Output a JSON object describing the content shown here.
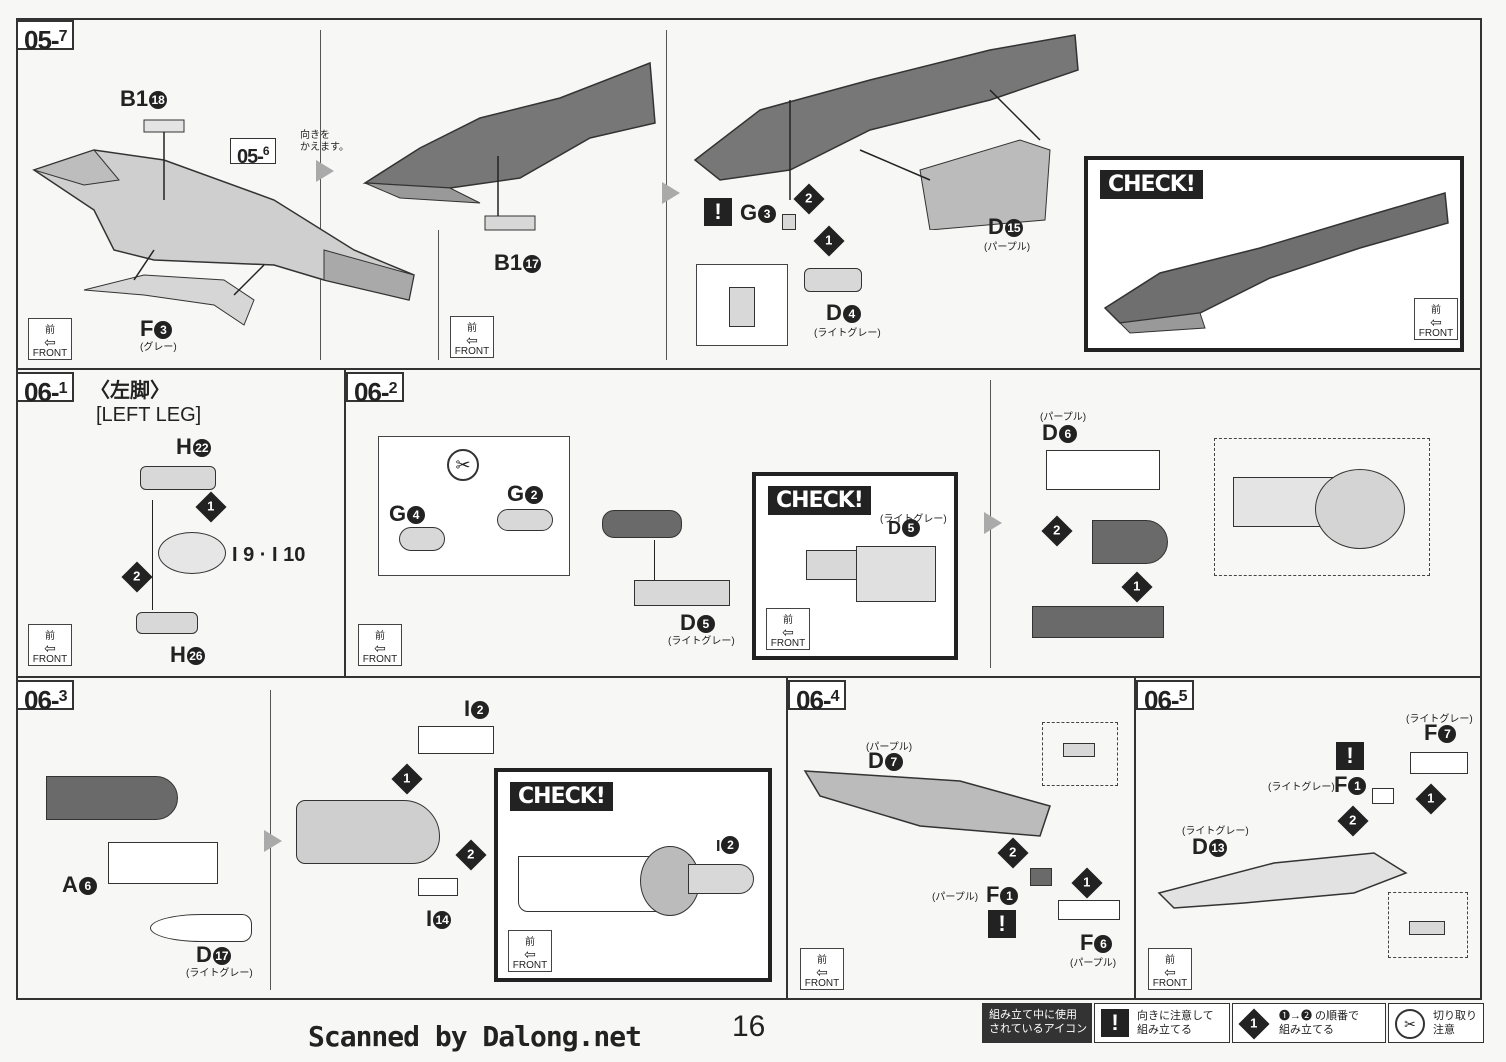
{
  "page_number": "16",
  "credit": "Scanned by Dalong.net",
  "steps": {
    "s05_7": {
      "main": "05-",
      "sub": "7"
    },
    "s05_6": {
      "main": "05-",
      "sub": "6"
    },
    "s06_1": {
      "main": "06-",
      "sub": "1",
      "title_jp": "〈左脚〉",
      "title_en": "[LEFT LEG]"
    },
    "s06_2": {
      "main": "06-",
      "sub": "2"
    },
    "s06_3": {
      "main": "06-",
      "sub": "3"
    },
    "s06_4": {
      "main": "06-",
      "sub": "4"
    },
    "s06_5": {
      "main": "06-",
      "sub": "5"
    }
  },
  "check_label": "CHECK!",
  "front": {
    "kanji": "前",
    "en": "FRONT"
  },
  "turn_note": "向きを\nかえます。",
  "parts": {
    "b1_18": {
      "letter": "B1",
      "num": "18"
    },
    "f3": {
      "letter": "F",
      "num": "3",
      "color": "(グレー)"
    },
    "b1_17": {
      "letter": "B1",
      "num": "17"
    },
    "g3": {
      "letter": "G",
      "num": "3"
    },
    "d15": {
      "letter": "D",
      "num": "15",
      "color": "(パープル)"
    },
    "d4": {
      "letter": "D",
      "num": "4",
      "color": "(ライトグレー)"
    },
    "h22": {
      "letter": "H",
      "num": "22"
    },
    "i9i10": {
      "text": "I 9 · I 10"
    },
    "h26": {
      "letter": "H",
      "num": "26"
    },
    "g4": {
      "letter": "G",
      "num": "4"
    },
    "g2": {
      "letter": "G",
      "num": "2"
    },
    "d5a": {
      "letter": "D",
      "num": "5",
      "color": "(ライトグレー)"
    },
    "d5b": {
      "letter": "D",
      "num": "5",
      "color": "(ライトグレー)"
    },
    "d6": {
      "letter": "D",
      "num": "6",
      "color": "(パープル)"
    },
    "a6": {
      "letter": "A",
      "num": "6"
    },
    "d17": {
      "letter": "D",
      "num": "17",
      "color": "(ライトグレー)"
    },
    "i2a": {
      "letter": "I",
      "num": "2"
    },
    "i14": {
      "letter": "I",
      "num": "14"
    },
    "i2b": {
      "letter": "I",
      "num": "2"
    },
    "d7": {
      "letter": "D",
      "num": "7",
      "color": "(パープル)"
    },
    "f1a": {
      "letter": "F",
      "num": "1",
      "color": "(パープル)"
    },
    "f6": {
      "letter": "F",
      "num": "6",
      "color": "(パープル)"
    },
    "f7": {
      "letter": "F",
      "num": "7",
      "color": "(ライトグレー)"
    },
    "f1b": {
      "letter": "F",
      "num": "1",
      "color": "(ライトグレー)"
    },
    "d13": {
      "letter": "D",
      "num": "13",
      "color": "(ライトグレー)"
    }
  },
  "order": {
    "one": "1",
    "two": "2"
  },
  "legend": {
    "title": "組み立て中に使用\nされているアイコン",
    "warn_icon": "!",
    "warn_text": "向きに注意して\n組み立てる",
    "order_icon": "1",
    "order_text": "❶→❷ の順番で\n組み立てる",
    "cut_text": "切り取り\n注意"
  }
}
